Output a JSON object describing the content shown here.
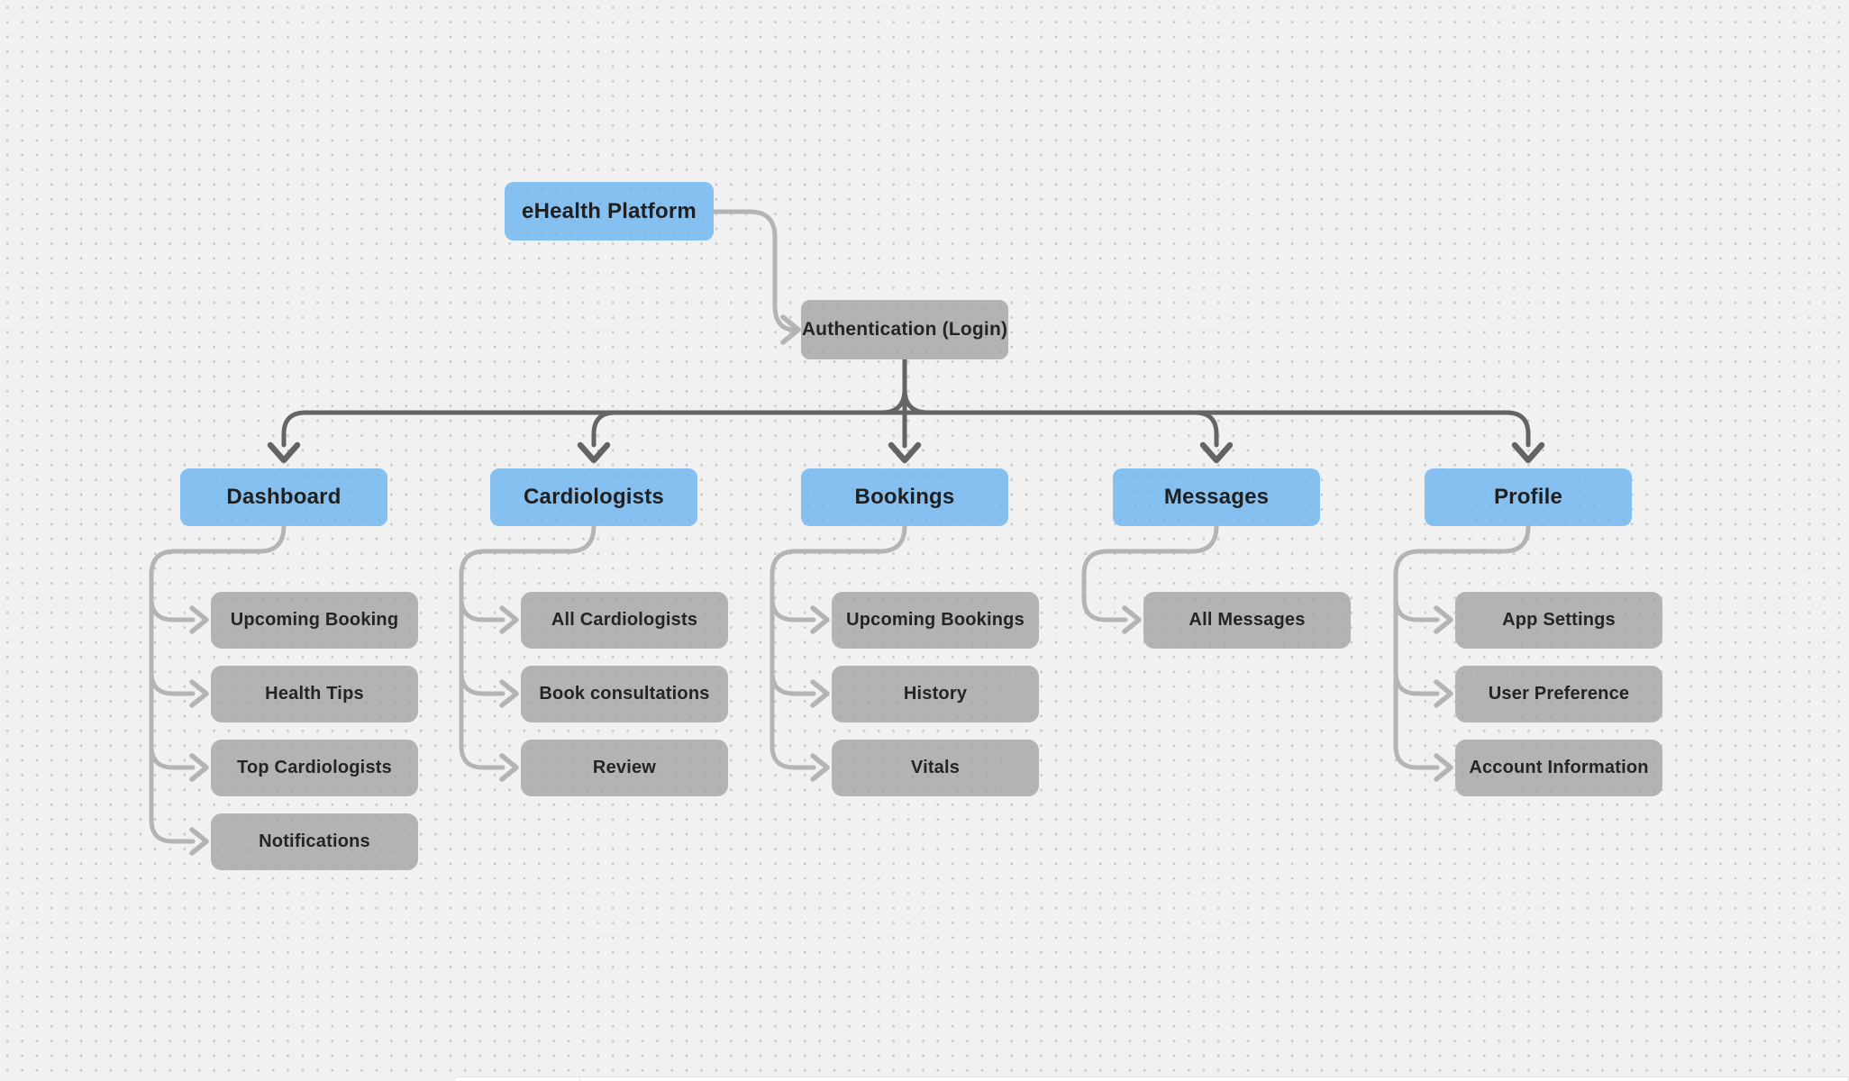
{
  "canvas": {
    "background_color": "#f1f1f2",
    "dot_color": "#c7c7c9"
  },
  "colors": {
    "primary_node_blue": "#85c0f0",
    "secondary_node_gray": "#b3b3b3",
    "edge_dark": "#646464",
    "edge_light": "#b4b4b4",
    "node_text": "#1f1f1f"
  },
  "nodes": {
    "root": {
      "label": "eHealth Platform"
    },
    "auth": {
      "label": "Authentication (Login)"
    },
    "sections": [
      {
        "label": "Dashboard",
        "children": [
          {
            "label": "Upcoming Booking"
          },
          {
            "label": "Health Tips"
          },
          {
            "label": "Top Cardiologists"
          },
          {
            "label": "Notifications"
          }
        ]
      },
      {
        "label": "Cardiologists",
        "children": [
          {
            "label": "All Cardiologists"
          },
          {
            "label": "Book consultations"
          },
          {
            "label": "Review"
          }
        ]
      },
      {
        "label": "Bookings",
        "children": [
          {
            "label": "Upcoming Bookings"
          },
          {
            "label": "History"
          },
          {
            "label": "Vitals"
          }
        ]
      },
      {
        "label": "Messages",
        "children": [
          {
            "label": "All Messages"
          }
        ]
      },
      {
        "label": "Profile",
        "children": [
          {
            "label": "App Settings"
          },
          {
            "label": "User Preference"
          },
          {
            "label": "Account Information"
          }
        ]
      }
    ]
  }
}
